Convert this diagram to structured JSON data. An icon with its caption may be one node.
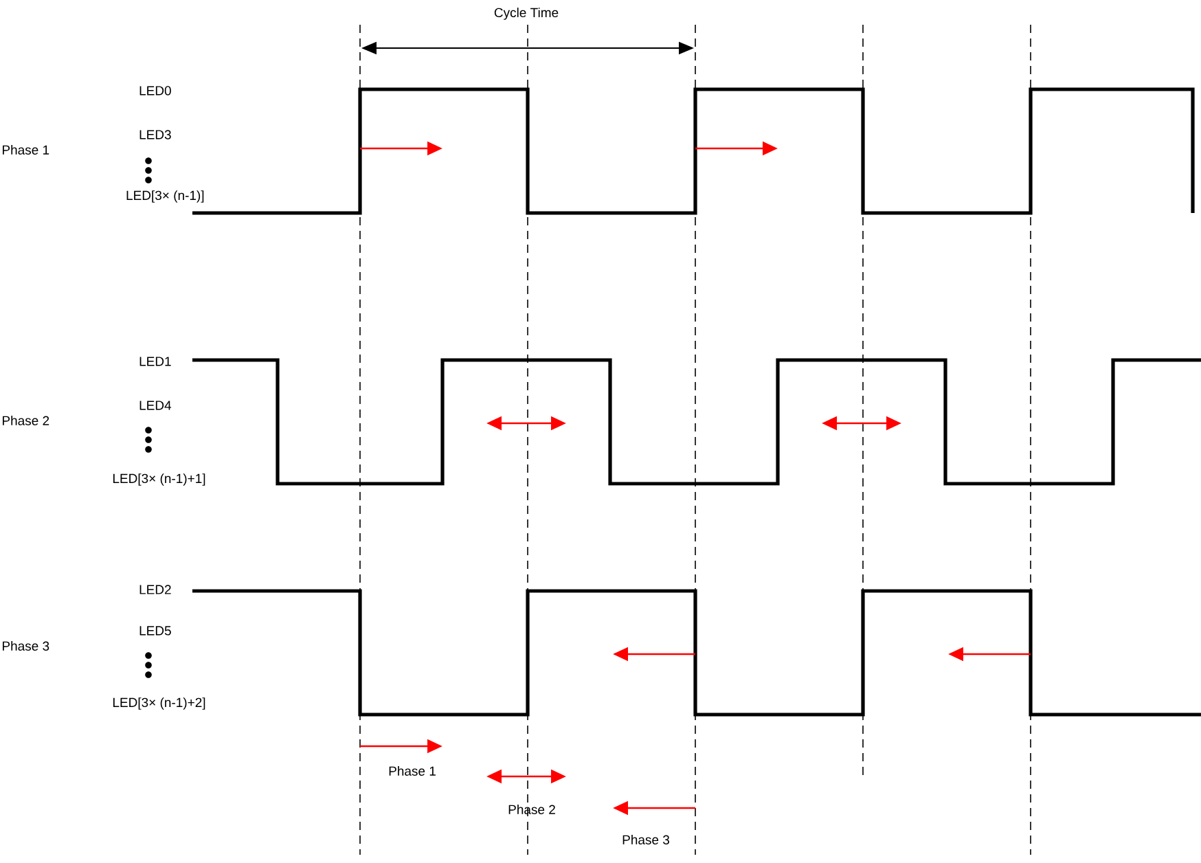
{
  "diagram": {
    "labels": [
      "Cycle Time",
      "LED0",
      "Phase 1",
      "LED3",
      "LED[3× (n-1)]",
      "LED1",
      "Phase 2",
      "LED4",
      "LED[3× (n-1)+1]",
      "LED2",
      "Phase 3",
      "LED5",
      "LED[3× (n-1)+2]",
      "Phase 1",
      "Phase 2",
      "Phase 3"
    ]
  }
}
